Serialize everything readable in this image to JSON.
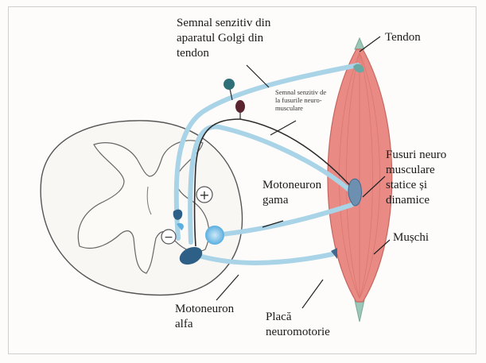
{
  "labels": {
    "golgi_signal": "Semnal senzitiv din\naparatul Golgi din\ntendon",
    "tendon": "Tendon",
    "spindle_signal": "Semnal senzitiv de\nla fusurile neuro-\nmusculare",
    "gamma_motoneuron": "Motoneuron\ngama",
    "spindles": "Fusuri neuro\nmusculare\nstatice și\ndinamice",
    "muscle": "Mușchi",
    "alpha_motoneuron": "Motoneuron\nalfa",
    "motor_plate": "Placă\nneuromotorie",
    "plus_sign": "+",
    "minus_sign": "−"
  },
  "colors": {
    "muscle_fill": "#e98b84",
    "muscle_stroke": "#c76660",
    "tendon_fill": "#9cc7b8",
    "nerve_light": "#a9d3e6",
    "nerve_dark": "#2b2b2b",
    "neuron_blue": "#5aaee0",
    "neuron_dark_blue": "#2e5f86",
    "golgi_body": "#2f6f78",
    "spindle_body": "#5b2530",
    "cord_outline": "#555555"
  }
}
